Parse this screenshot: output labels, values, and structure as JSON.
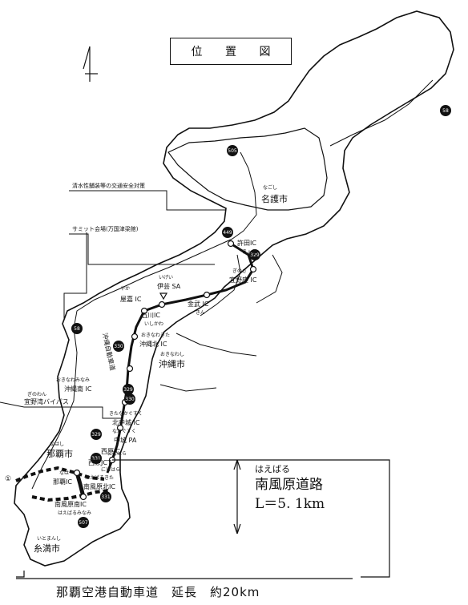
{
  "title": "位 置 図",
  "route": {
    "ruby": "はえばる",
    "name": "南風原道路",
    "length": "L＝5. 1km"
  },
  "caption": "那覇空港自動車道　延長　約20km",
  "callouts": {
    "traffic": "清水性舗装等の交通安全対策",
    "summit": "サミット会場(万国津梁館)",
    "ginowan_ruby": "ぎのわん",
    "ginowan": "宜野湾バイパス"
  },
  "places": {
    "nago_ruby": "なごし",
    "nago": "名護市",
    "okinawa_ruby": "おきなわし",
    "okinawa": "沖縄市",
    "naha_ruby": "なはし",
    "naha": "那覇市",
    "itoman_ruby": "いとまんし",
    "itoman": "糸満市"
  },
  "ics": {
    "kyoda": "許田IC",
    "kyoda_ruby": "きょだ",
    "ginoza": "宜野座 IC",
    "ginoza_ruby": "ぎのざ",
    "ie_ruby": "いげい",
    "ie": "伊芸 SA",
    "kin": "金武 IC",
    "kin_ruby": "きん",
    "yaka_ruby": "やか",
    "yaka": "屋嘉 IC",
    "ishikawa": "石川IC",
    "ishikawa_ruby": "いしかわ",
    "okikita_ruby": "おきなわきた",
    "okikita": "沖縄北 IC",
    "okiminami_ruby": "おきなわみなみ",
    "okiminami": "沖縄南 IC",
    "kitanaka_ruby": "きたなかぐすく",
    "kitanaka": "北中城 IC",
    "nakagusuku_ruby": "なかぐすく",
    "nakagusuku": "中城 PA",
    "nishihara_ruby": "にしはら",
    "nishihara": "西原IC",
    "nishiharajct": "西原JCT",
    "nishiharajct_ruby": "にしはら",
    "naha_ic_ruby": "なは",
    "naha_ic": "那覇IC",
    "haekita_ruby": "はえばるきた",
    "haekita": "南風原北IC",
    "haeminami": "南風原南IC",
    "haeminami_ruby": "はえばるみなみ",
    "expressway": "沖縄自動車道"
  },
  "routes": {
    "r58a": "58",
    "r505": "505",
    "r449": "449",
    "r329a": "329",
    "r58b": "58",
    "r330a": "330",
    "r329b": "329",
    "r330b": "330",
    "r329c": "329",
    "r331a": "331",
    "r331b": "331",
    "r507": "507"
  },
  "marker": "①"
}
